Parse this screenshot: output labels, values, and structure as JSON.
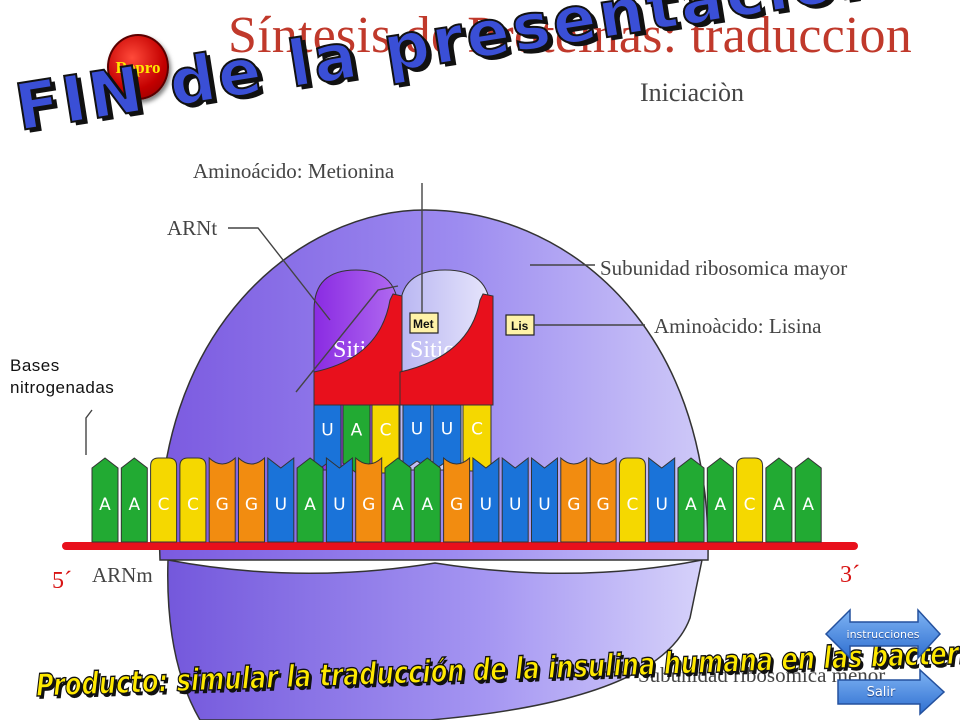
{
  "title": "Síntesis de Proteínas: traduccion",
  "subtitle": "Iniciaciòn",
  "banner_fin": "FIN de la presentación",
  "repro_label": "Repro",
  "labels": {
    "aminoacido_met": "Aminoácido: Metionina",
    "arnt": "ARNt",
    "subunidad_mayor": "Subunidad ribosomica mayor",
    "aminoacido_lis": "Aminoàcido: Lisina",
    "sitio_1": "Siti",
    "sitio_2": "Sitio",
    "met": "Met",
    "lis": "Lis",
    "bases": "Bases nitrogenadas",
    "five_prime": "5´",
    "arnm": "ARNm",
    "three_prime": "3´",
    "subunidad_menor": "Subunidad ribosomica menor"
  },
  "mrna_bases": [
    "A",
    "A",
    "C",
    "C",
    "G",
    "G",
    "U",
    "A",
    "U",
    "G",
    "A",
    "A",
    "G",
    "U",
    "U",
    "U",
    "G",
    "G",
    "C",
    "U",
    "A",
    "A",
    "C",
    "A",
    "A"
  ],
  "trna_bases_1": [
    "U",
    "A",
    "C"
  ],
  "trna_bases_2": [
    "U",
    "U",
    "C"
  ],
  "base_colors": {
    "A": "#22aa33",
    "C": "#f5d800",
    "G": "#f28c10",
    "U": "#1a73d9"
  },
  "producto": "Producto: simular la traducción de la insulina humana en las bacterias",
  "buttons": {
    "instrucciones": "instrucciones",
    "salir": "Salir"
  }
}
